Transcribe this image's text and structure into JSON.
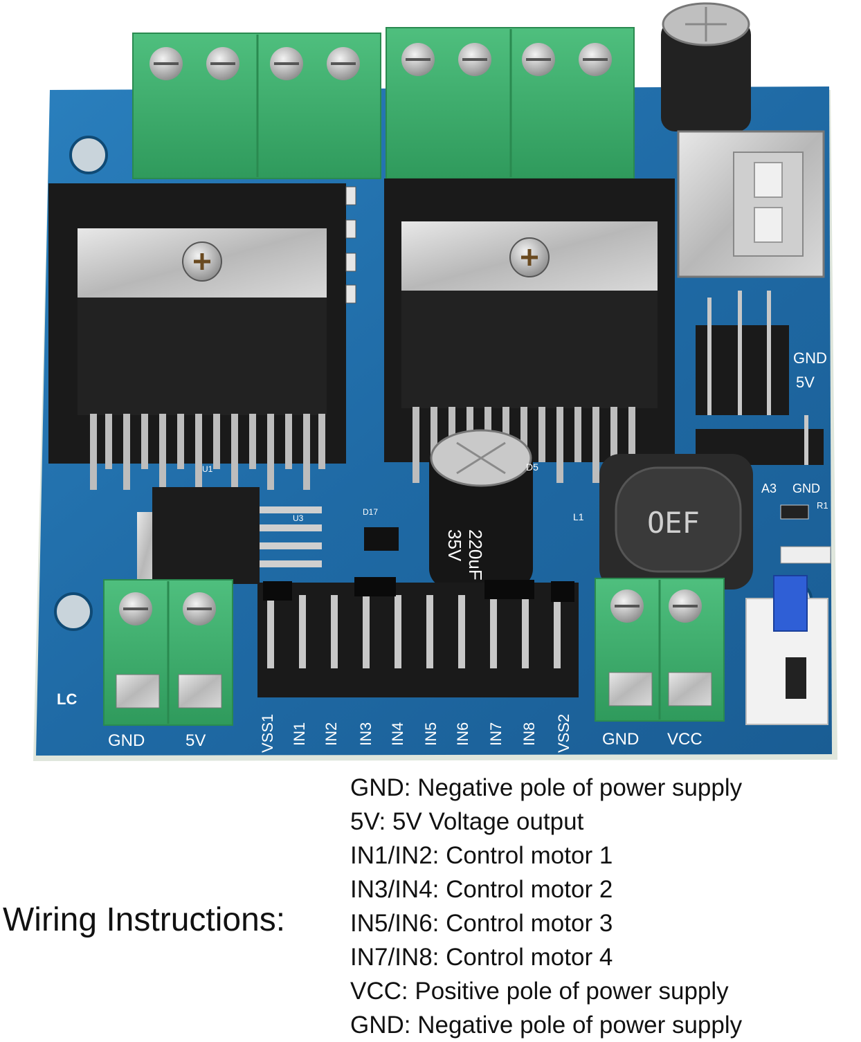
{
  "board": {
    "header_labels": [
      "VSS1",
      "IN1",
      "IN2",
      "IN3",
      "IN4",
      "IN5",
      "IN6",
      "IN7",
      "IN8",
      "VSS2"
    ],
    "left_terminal_labels": [
      "GND",
      "5V"
    ],
    "right_terminal_labels": [
      "GND",
      "VCC"
    ],
    "side_labels": [
      "GND",
      "5V"
    ],
    "small_header_labels": [
      "A3",
      "GND"
    ],
    "ref_u1": "U1",
    "ref_u3": "U3",
    "ref_d17": "D17",
    "ref_l1": "L1",
    "ref_r1": "R1",
    "ref_d5": "D5",
    "cap_value": "220uF",
    "cap_voltage": "35V",
    "inductor_code": "OEF",
    "maker_mark": "LC",
    "colors": {
      "pcb": "#1f6aa5",
      "terminal": "#3faa6b",
      "heatsink": "#1a1a1a"
    }
  },
  "wiring": {
    "title": "Wiring Instructions:",
    "lines": [
      "GND: Negative pole of power supply",
      "5V: 5V Voltage output",
      "IN1/IN2: Control motor 1",
      "IN3/IN4: Control motor 2",
      "IN5/IN6: Control motor 3",
      "IN7/IN8: Control motor 4",
      "VCC: Positive pole of power supply",
      "GND: Negative pole of power supply"
    ]
  }
}
